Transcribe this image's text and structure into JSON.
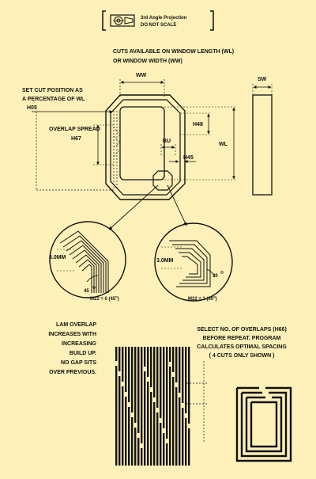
{
  "title_block": {
    "projection": "3rd Angle Projection",
    "scale_note": "DO NOT SCALE"
  },
  "cuts_note": {
    "line1": "CUTS AVAILABLE ON WINDOW LENGTH (WL)",
    "line2": "OR WINDOW WIDTH (WW)"
  },
  "dims": {
    "ww": "WW",
    "sw": "SW",
    "wl": "WL",
    "bu": "BU",
    "h48": "H48",
    "h45": "H45"
  },
  "cut_position": {
    "line1": "SET CUT POSITION AS",
    "line2": "A PERCENTAGE OF WL",
    "code": "H05"
  },
  "overlap_spread": {
    "label": "OVERLAP SPREAD",
    "code": "H67"
  },
  "detail_left": {
    "dim": "3.0MM",
    "angle": "45",
    "caption": "M22 = 0 (45",
    "caption_end": ")"
  },
  "detail_right": {
    "dim": "3.0MM",
    "angle": "30",
    "caption": "M22 = 1 (30",
    "caption_end": ")"
  },
  "lam_overlap": {
    "lines": [
      "LAM OVERLAP",
      "INCREASES WITH",
      "INCREASING",
      "BUILD UP.",
      "NO GAP SITS",
      "OVER PREVIOUS."
    ]
  },
  "select_overlaps": {
    "lines": [
      "SELECT NO. OF OVERLAPS (H66)",
      "BEFORE REPEAT. PROGRAM",
      "CALCULATES OPTIMAL SPACING",
      "( 4 CUTS ONLY SHOWN )"
    ]
  },
  "colors": {
    "background": "#fdf0b8",
    "ink": "#111111"
  }
}
